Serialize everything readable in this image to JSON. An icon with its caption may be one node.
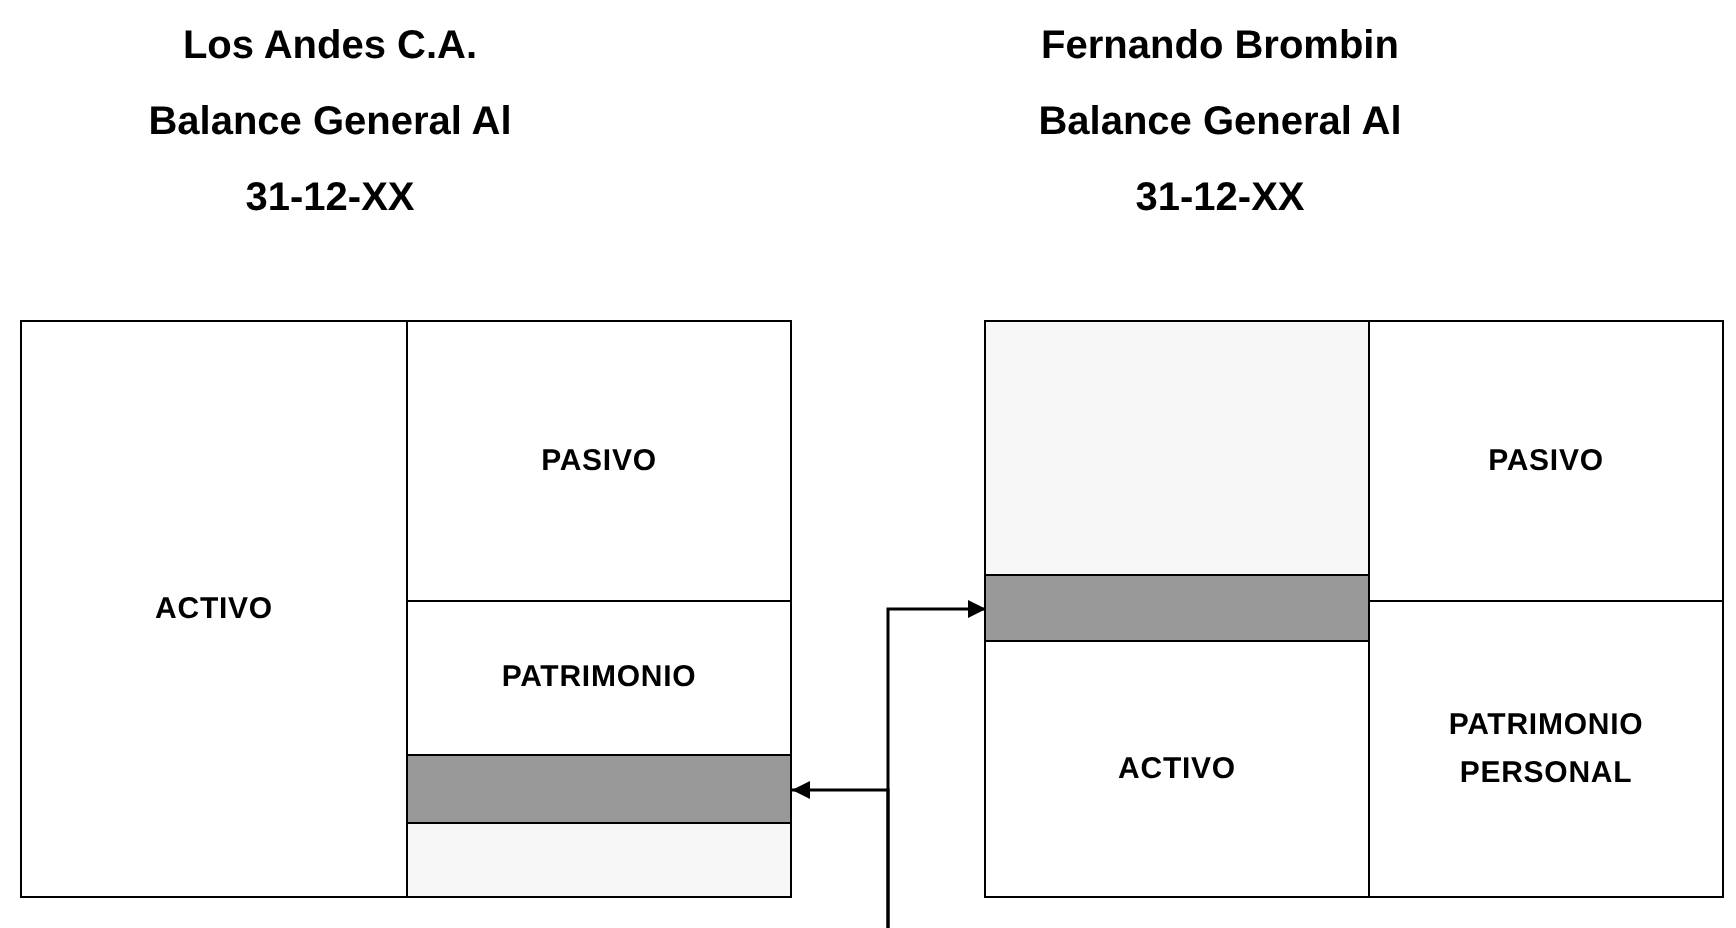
{
  "diagram": {
    "nodes": [
      {
        "text": [
          "Los Andes C.A. Balance General Al 31-12-XX"
        ]
      },
      {
        "text": [
          "ACTIVO"
        ],
        "in": 0
      },
      {
        "text": [
          "PASIVO"
        ],
        "in": 0
      },
      {
        "text": [
          "PATRIMONIO"
        ],
        "in": 0
      },
      {
        "text": [],
        "shape": "bar",
        "in": 0
      },
      {
        "text": [],
        "shape": "box",
        "in": 0
      },
      {
        "text": [
          "Fernando Brombin Balance General Al 31-12-XX"
        ]
      },
      {
        "text": [],
        "shape": "box",
        "in": 6
      },
      {
        "text": [],
        "shape": "bar",
        "in": 6
      },
      {
        "text": [
          "ACTIVO"
        ],
        "in": 6
      },
      {
        "text": [
          "PASIVO"
        ],
        "in": 6
      },
      {
        "text": [
          "PATRIMONIO PERSONAL"
        ],
        "in": 6
      }
    ],
    "edges": [
      {
        "from": null,
        "to": 4,
        "arrow": "to"
      },
      {
        "from": null,
        "to": 8,
        "arrow": "to"
      }
    ]
  }
}
